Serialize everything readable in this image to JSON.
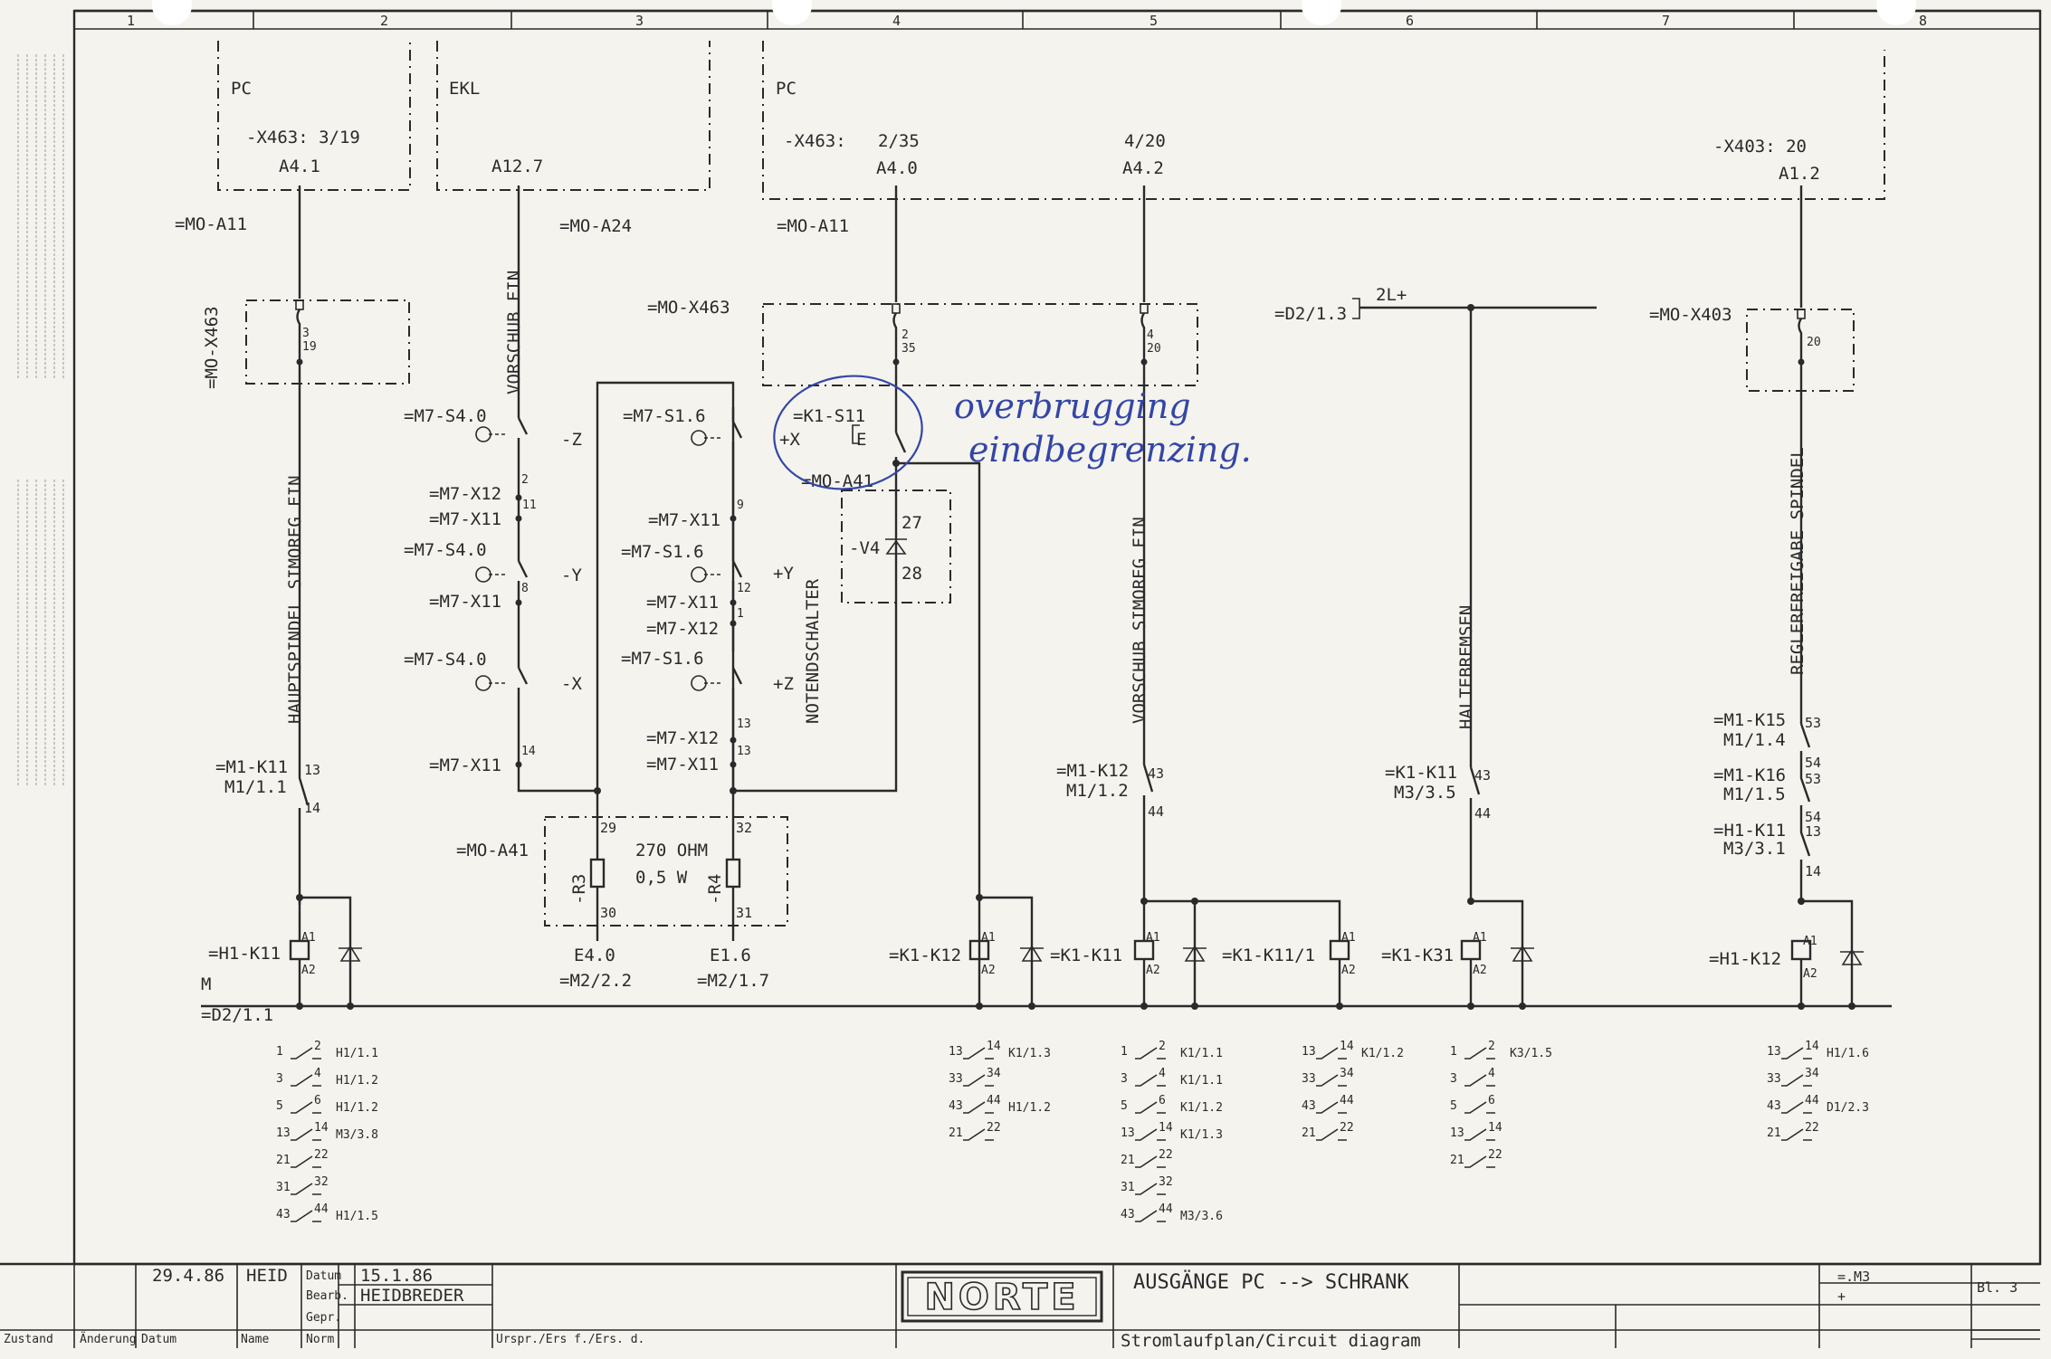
{
  "column_numbers": [
    "1",
    "2",
    "3",
    "4",
    "5",
    "6",
    "7",
    "8"
  ],
  "blocks": {
    "pc_left": {
      "title": "PC",
      "terminal": "-X463: 3/19",
      "address": "A4.1"
    },
    "ekl": {
      "title": "EKL",
      "address": "A12.7"
    },
    "pc_right": {
      "title": "PC",
      "terminal": "-X463:",
      "terminal_2": "2/35",
      "address_1": "A4.0",
      "terminal_3": "4/20",
      "address_2": "A4.2",
      "terminal_4": "-X403:  20",
      "address_3": "A1.2"
    }
  },
  "module_labels": {
    "a11_left": "=MO-A11",
    "a24": "=MO-A24",
    "a11_mid": "=MO-A11",
    "x463_left": "=MO-X463",
    "x463_mid": "=MO-X463",
    "d2_13": "=D2/1.3",
    "bus_2l": "2L+",
    "x403": "=MO-X403",
    "a41_res": "=MO-A41",
    "a41_v4": "=MO-A41"
  },
  "terminals": {
    "t3": "3",
    "t19": "19",
    "t2": "2",
    "t35": "35",
    "t4": "4",
    "t20": "20",
    "t20b": "20"
  },
  "vertical_labels": {
    "vorschub_ein": "VORSCHUB EIN",
    "hauptspindel": "HAUPTSPINDEL SIMOREG EIN",
    "notendschalter": "NOTENDSCHALTER",
    "vorschub_simoreg": "VORSCHUB SIMOREG EIN",
    "haltebremsen": "HALTEBREMSEN",
    "reglerfreigabe": "REGLERFREIGABE SPINDEL"
  },
  "col2_switches": {
    "s40_a": "=M7-S4.0",
    "z": "-Z",
    "x12_a": "=M7-X12",
    "x11_a": "=M7-X11",
    "n2": "2",
    "n11": "11",
    "s40_b": "=M7-S4.0",
    "y": "-Y",
    "x11_b": "=M7-X11",
    "n8": "8",
    "s40_c": "=M7-S4.0",
    "x": "-X",
    "x11_c": "=M7-X11",
    "n14": "14"
  },
  "col3_switches": {
    "s16_a": "=M7-S1.6",
    "x11_a": "=M7-X11",
    "n9": "9",
    "s16_b": "=M7-S1.6",
    "py": "+Y",
    "n12": "12",
    "x11_b": "=M7-X11",
    "x12_b": "=M7-X12",
    "n1": "1",
    "s16_c": "=M7-S1.6",
    "pz": "+Z",
    "x12_c": "=M7-X12",
    "n13a": "13",
    "x11_c": "=M7-X11",
    "n13b": "13"
  },
  "k1_s11": {
    "name": "=K1-S11",
    "px": "+X",
    "e": "E"
  },
  "v4": {
    "name": "-V4",
    "n27": "27",
    "n28": "28"
  },
  "resistors": {
    "n29": "29",
    "n32": "32",
    "value": "270 OHM",
    "power": "0,5 W",
    "r3": "-R3",
    "r4": "-R4",
    "n30": "30",
    "n31": "31",
    "e40": "E4.0",
    "e16": "E1.6",
    "m22": "=M2/2.2",
    "m17": "=M2/1.7"
  },
  "contacts": {
    "m1k11": {
      "name": "=M1-K11",
      "ref": "M1/1.1",
      "n13": "13",
      "n14": "14"
    },
    "m1k12": {
      "name": "=M1-K12",
      "ref": "M1/1.2",
      "n43": "43",
      "n44": "44"
    },
    "k1k11": {
      "name": "=K1-K11",
      "ref": "M3/3.5",
      "n43": "43",
      "n44": "44"
    },
    "m1k15": {
      "name": "=M1-K15",
      "ref": "M1/1.4",
      "n53": "53",
      "n54": "54"
    },
    "m1k16": {
      "name": "=M1-K16",
      "ref": "M1/1.5",
      "n53": "53",
      "n54": "54"
    },
    "h1k11": {
      "name": "=H1-K11",
      "ref": "M3/3.1",
      "n13": "13",
      "n14": "14"
    }
  },
  "coils": {
    "h1k11": "=H1-K11",
    "k1k12": "=K1-K12",
    "k1k11a": "=K1-K11",
    "k1k111": "=K1-K11/1",
    "k1k31": "=K1-K31",
    "h1k12": "=H1-K12",
    "a1": "A1",
    "a2": "A2",
    "m": "M",
    "d2": "=D2/1.1"
  },
  "contact_tables": [
    {
      "rows": [
        [
          "1",
          "2",
          "H1/1.1"
        ],
        [
          "3",
          "4",
          "H1/1.2"
        ],
        [
          "5",
          "6",
          "H1/1.2"
        ],
        [
          "13",
          "14",
          "M3/3.8"
        ],
        [
          "21",
          "22",
          ""
        ],
        [
          "31",
          "32",
          ""
        ],
        [
          "43",
          "44",
          "H1/1.5"
        ]
      ]
    },
    {
      "rows": [
        [
          "13",
          "14",
          "K1/1.3"
        ],
        [
          "33",
          "34",
          ""
        ],
        [
          "43",
          "44",
          "H1/1.2"
        ],
        [
          "21",
          "22",
          ""
        ]
      ]
    },
    {
      "rows": [
        [
          "1",
          "2",
          "K1/1.1"
        ],
        [
          "3",
          "4",
          "K1/1.1"
        ],
        [
          "5",
          "6",
          "K1/1.2"
        ],
        [
          "13",
          "14",
          "K1/1.3"
        ],
        [
          "21",
          "22",
          ""
        ],
        [
          "31",
          "32",
          ""
        ],
        [
          "43",
          "44",
          "M3/3.6"
        ]
      ]
    },
    {
      "rows": [
        [
          "13",
          "14",
          "K1/1.2"
        ],
        [
          "33",
          "34",
          ""
        ],
        [
          "43",
          "44",
          ""
        ],
        [
          "21",
          "22",
          ""
        ]
      ]
    },
    {
      "rows": [
        [
          "1",
          "2",
          "K3/1.5"
        ],
        [
          "3",
          "4",
          ""
        ],
        [
          "5",
          "6",
          ""
        ],
        [
          "13",
          "14",
          ""
        ],
        [
          "21",
          "22",
          ""
        ]
      ]
    },
    {
      "rows": [
        [
          "13",
          "14",
          "H1/1.6"
        ],
        [
          "33",
          "34",
          ""
        ],
        [
          "43",
          "44",
          "D1/2.3"
        ],
        [
          "21",
          "22",
          ""
        ]
      ]
    }
  ],
  "annotation": {
    "line1": "overbrugging",
    "line2": "eindbegrenzing."
  },
  "title_block": {
    "date_change": "29.4.86",
    "name_change": "HEID",
    "datum_label": "Datum",
    "datum": "15.1.86",
    "bearb_label": "Bearb.",
    "bearb": "HEIDBREDER",
    "gepr_label": "Gepr.",
    "norm_label": "Norm",
    "zustand": "Zustand",
    "aenderung": "Änderung",
    "datum_col": "Datum",
    "name_col": "Name",
    "ursprung": "Urspr./Ers f./Ers. d.",
    "logo": "NORTE",
    "title": "AUSGÄNGE PC --> SCHRANK",
    "subtitle": "Stromlaufplan/Circuit diagram",
    "doc_code": "=.M3",
    "plus": "+",
    "sheet": "Bl. 3"
  }
}
